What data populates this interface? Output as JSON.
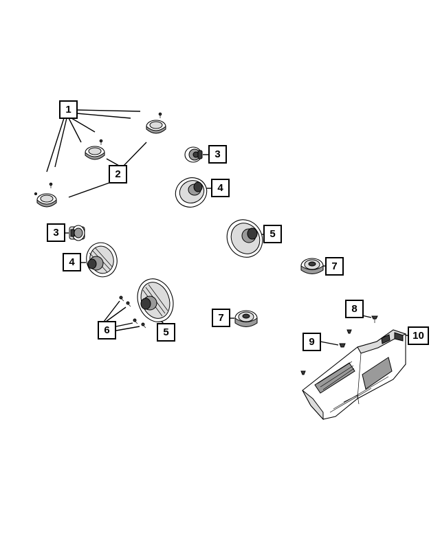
{
  "callouts": {
    "c1": "1",
    "c2": "2",
    "c3a": "3",
    "c3b": "3",
    "c4a": "4",
    "c4b": "4",
    "c5a": "5",
    "c5b": "5",
    "c6": "6",
    "c7a": "7",
    "c7b": "7",
    "c8": "8",
    "c9": "9",
    "c10": "10"
  },
  "colors": {
    "line": "#000000",
    "background": "#ffffff",
    "shade_dark": "#3a3a3a",
    "shade_mid": "#9a9a9a",
    "shade_light": "#dcdcdc"
  },
  "icons": {
    "tweeter": "tweeter-speaker-icon",
    "midrange": "midrange-speaker-icon",
    "woofer_round": "round-woofer-speaker-icon",
    "woofer_oval": "oval-woofer-speaker-icon",
    "subwoofer": "subwoofer-speaker-icon",
    "screw": "screw-icon",
    "enclosure": "subwoofer-enclosure-icon"
  }
}
